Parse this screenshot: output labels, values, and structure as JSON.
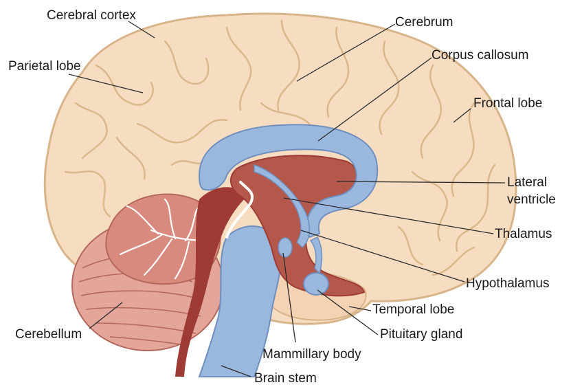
{
  "labels": {
    "cerebral_cortex": "Cerebral cortex",
    "parietal_lobe": "Parietal lobe",
    "cerebrum": "Cerebrum",
    "corpus_callosum": "Corpus callosum",
    "frontal_lobe": "Frontal lobe",
    "lateral_ventricle_line1": "Lateral",
    "lateral_ventricle_line2": "ventricle",
    "thalamus": "Thalamus",
    "hypothalamus": "Hypothalamus",
    "temporal_lobe": "Temporal lobe",
    "pituitary_gland": "Pituitary gland",
    "mammillary_body": "Mammillary body",
    "brain_stem": "Brain stem",
    "cerebellum": "Cerebellum"
  },
  "colors": {
    "cerebrum_fill": "#f6dcc0",
    "cerebrum_outline": "#d8b48a",
    "gyri_lines": "#d9b98c",
    "ventricle_blue": "#9ab7de",
    "ventricle_outline": "#6e8fbf",
    "thalamus_red": "#b5584c",
    "dark_red": "#9e3b34",
    "cerebellum_pink": "#e4a59a",
    "cerebellum_line": "#b4685d",
    "leader_line": "#2a2a2a"
  }
}
